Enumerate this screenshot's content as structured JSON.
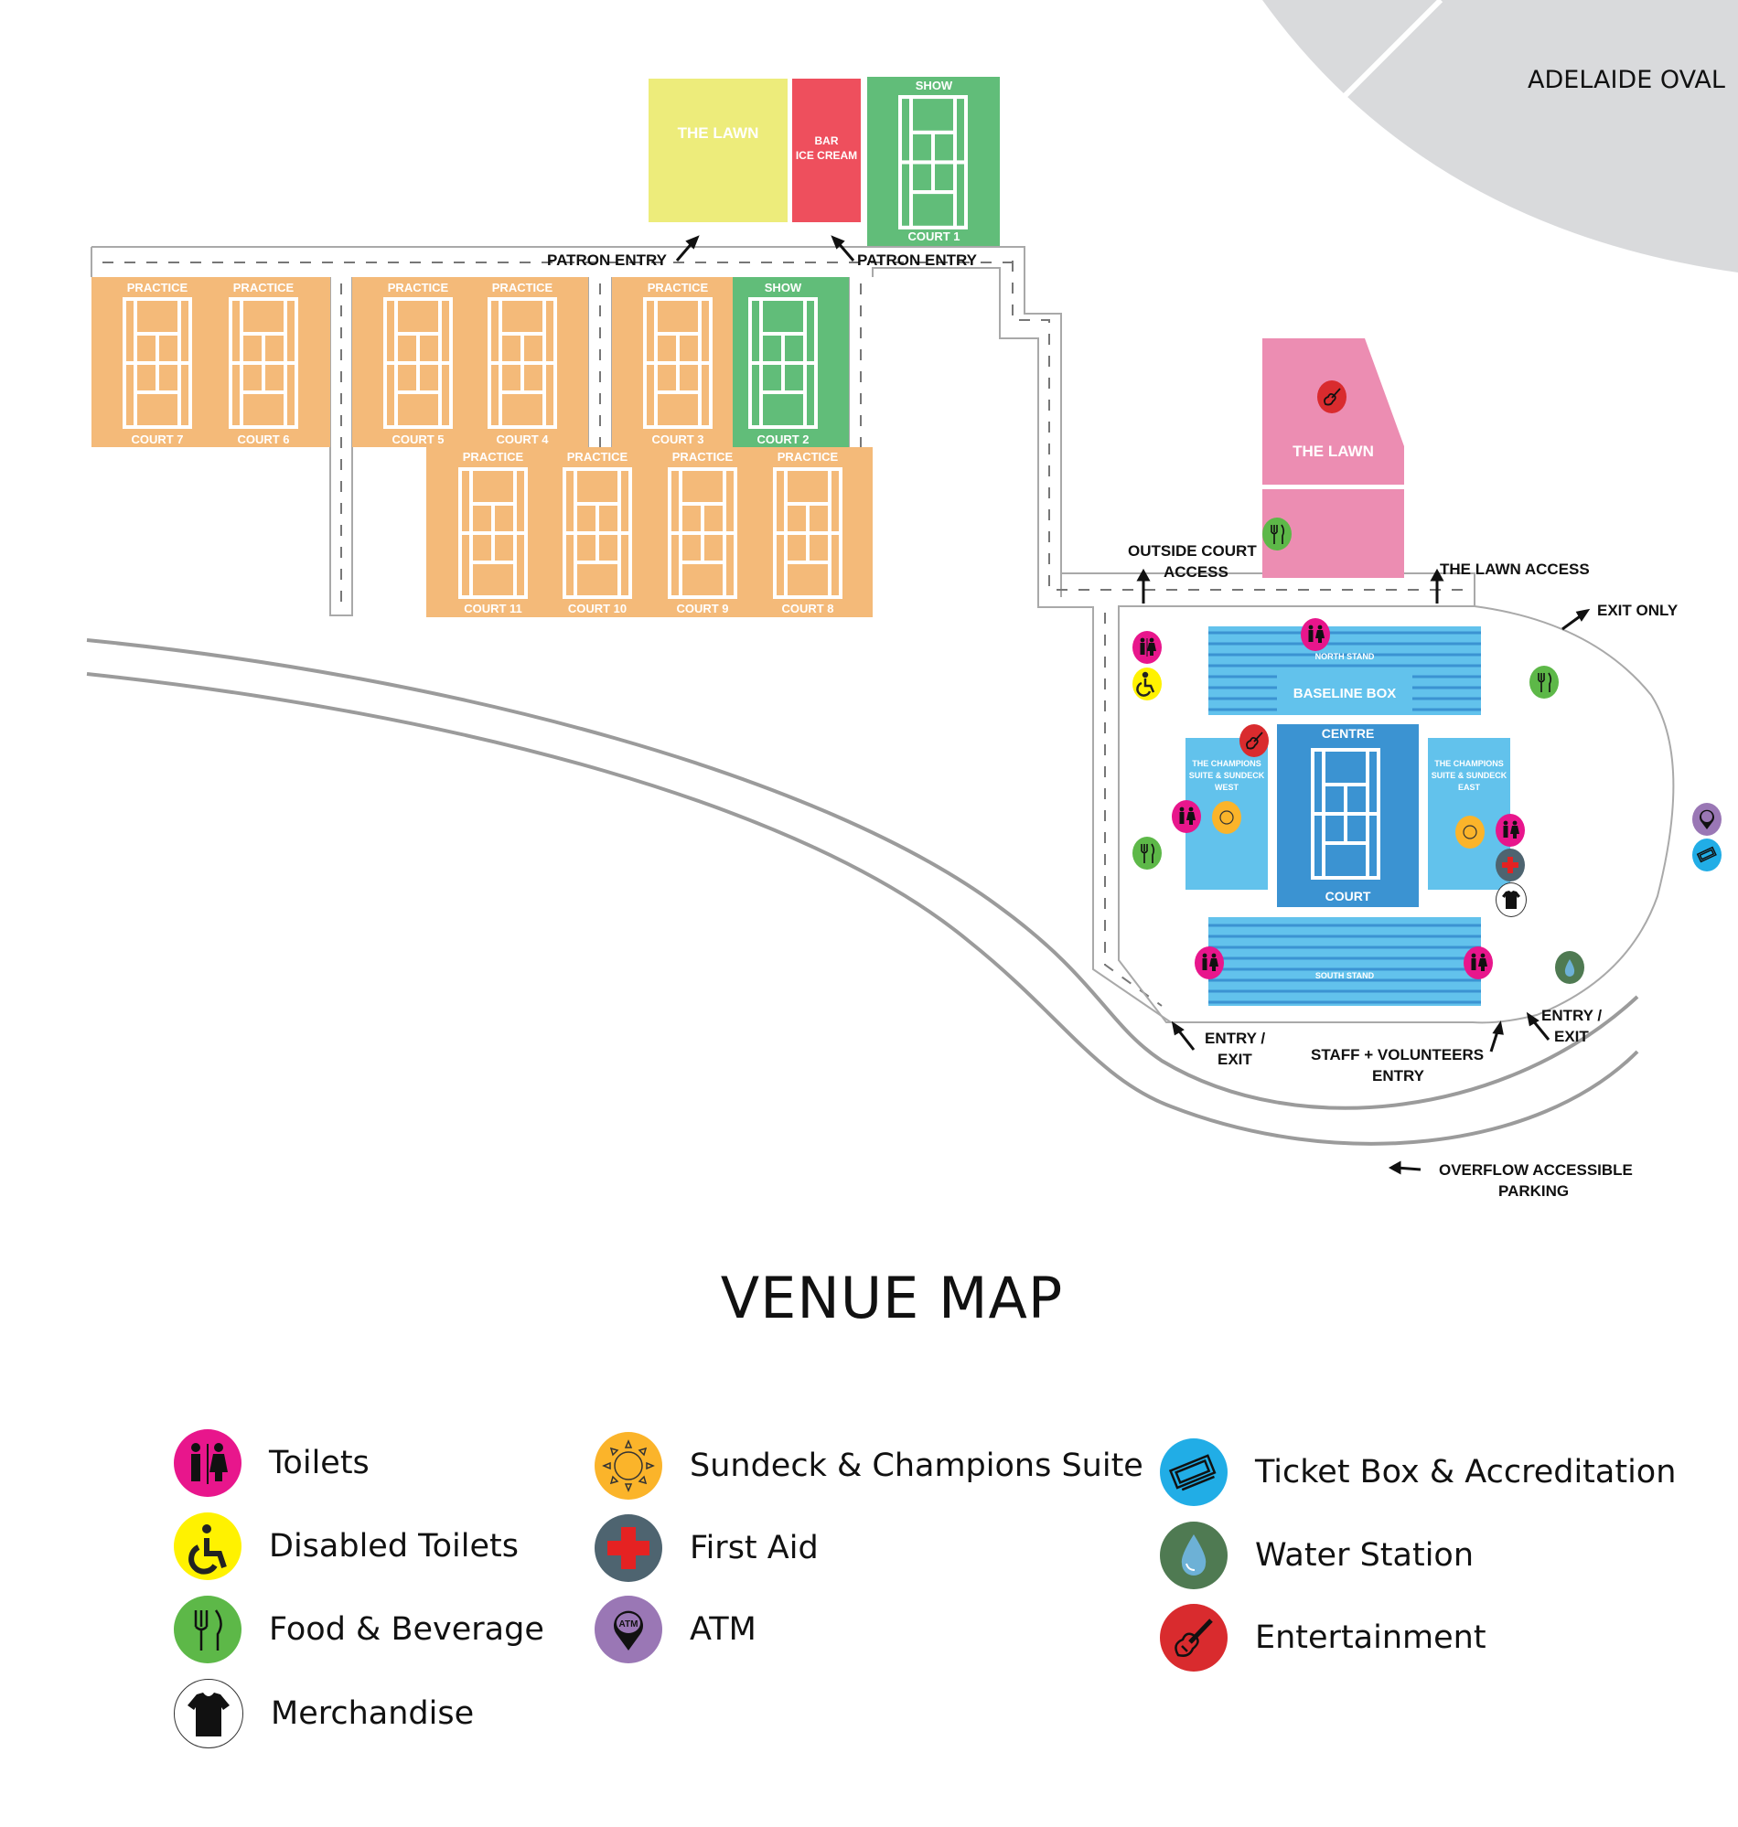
{
  "title": "VENUE MAP",
  "map": {
    "adelaide_oval_label": "ADELAIDE OVAL",
    "colors": {
      "practice_court": "#F4BA79",
      "show_court": "#61BD79",
      "lawn_yellow": "#EDEC7B",
      "bar_red": "#EE4F5D",
      "lawn_pink": "#EC8DB2",
      "stand_light_blue": "#62C2EC",
      "centre_court_blue": "#3B93D2",
      "oval_grey": "#D9DADC",
      "path_grey": "#9B9B9B"
    },
    "top_zones": {
      "lawn": "THE LAWN",
      "bar_line1": "BAR",
      "bar_line2": "ICE CREAM",
      "court1_top": "SHOW",
      "court1_bottom": "COURT 1"
    },
    "courts": [
      {
        "top": "PRACTICE",
        "bottom": "COURT 7"
      },
      {
        "top": "PRACTICE",
        "bottom": "COURT 6"
      },
      {
        "top": "PRACTICE",
        "bottom": "COURT 5"
      },
      {
        "top": "PRACTICE",
        "bottom": "COURT 4"
      },
      {
        "top": "PRACTICE",
        "bottom": "COURT 3"
      },
      {
        "top": "SHOW",
        "bottom": "COURT 2"
      },
      {
        "top": "PRACTICE",
        "bottom": "COURT 11"
      },
      {
        "top": "PRACTICE",
        "bottom": "COURT 10"
      },
      {
        "top": "PRACTICE",
        "bottom": "COURT 9"
      },
      {
        "top": "PRACTICE",
        "bottom": "COURT 8"
      }
    ],
    "pink_lawn": "THE LAWN",
    "stadium": {
      "north_stand": "NORTH STAND",
      "baseline_box": "BASELINE BOX",
      "centre_top": "CENTRE",
      "centre_bottom": "COURT",
      "south_stand": "SOUTH STAND",
      "west_suite": [
        "THE CHAMPIONS",
        "SUITE & SUNDECK",
        "WEST"
      ],
      "east_suite": [
        "THE CHAMPIONS",
        "SUITE & SUNDECK",
        "EAST"
      ]
    },
    "annotations": {
      "patron_entry_left": "PATRON ENTRY",
      "patron_entry_right": "PATRON ENTRY",
      "outside_court_access_1": "OUTSIDE COURT",
      "outside_court_access_2": "ACCESS",
      "lawn_access": "THE LAWN ACCESS",
      "exit_only": "EXIT ONLY",
      "entry_exit_left_1": "ENTRY /",
      "entry_exit_left_2": "EXIT",
      "staff_entry_1": "STAFF + VOLUNTEERS",
      "staff_entry_2": "ENTRY",
      "entry_exit_right_1": "ENTRY /",
      "entry_exit_right_2": "EXIT",
      "overflow_1": "OVERFLOW ACCESSIBLE",
      "overflow_2": "PARKING"
    }
  },
  "legend": [
    {
      "icon": "toilets-icon",
      "label": "Toilets",
      "color": "#E8168C"
    },
    {
      "icon": "disabled-toilets-icon",
      "label": "Disabled Toilets",
      "color": "#FFF200"
    },
    {
      "icon": "food-beverage-icon",
      "label": "Food & Beverage",
      "color": "#5DB848"
    },
    {
      "icon": "merchandise-icon",
      "label": "Merchandise",
      "color": "#FFFFFF"
    },
    {
      "icon": "sundeck-icon",
      "label": "Sundeck & Champions Suite",
      "color": "#FBB42A"
    },
    {
      "icon": "first-aid-icon",
      "label": "First Aid",
      "color": "#4E6470"
    },
    {
      "icon": "atm-icon",
      "label": "ATM",
      "color": "#9A77B5"
    },
    {
      "icon": "ticket-icon",
      "label": "Ticket Box & Accreditation",
      "color": "#21ADE6"
    },
    {
      "icon": "water-station-icon",
      "label": "Water Station",
      "color": "#4F7A52"
    },
    {
      "icon": "entertainment-icon",
      "label": "Entertainment",
      "color": "#D92B2E"
    }
  ]
}
